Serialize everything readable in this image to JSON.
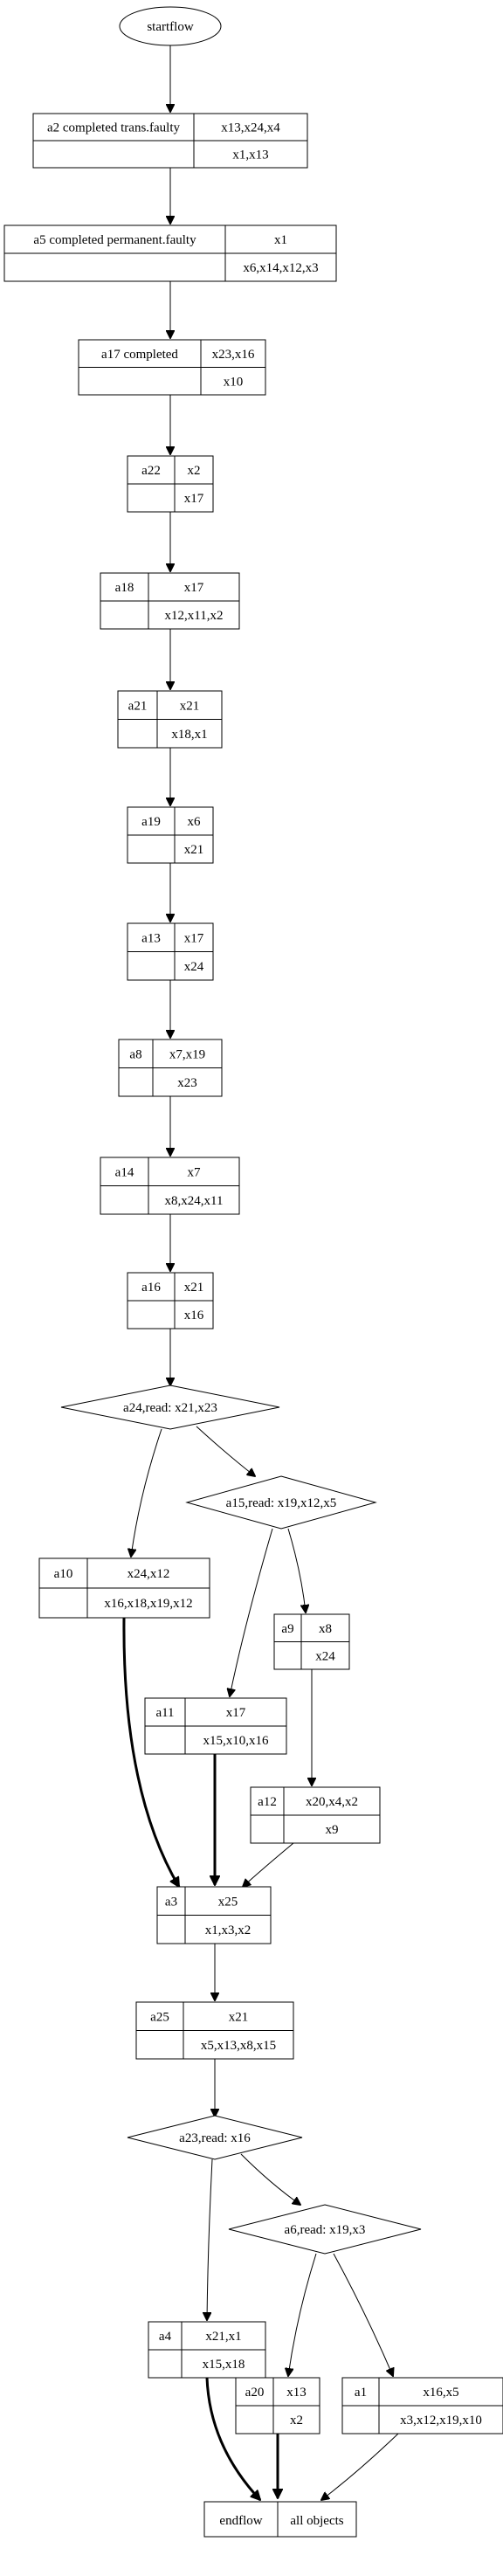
{
  "start": {
    "label": "startflow"
  },
  "tasks": [
    {
      "id": "a2",
      "name": "a2 completed trans.faulty",
      "inputs": "x13,x24,x4",
      "outputs": "x1,x13"
    },
    {
      "id": "a5",
      "name": "a5 completed permanent.faulty",
      "inputs": "x1",
      "outputs": "x6,x14,x12,x3"
    },
    {
      "id": "a17",
      "name": "a17 completed",
      "inputs": "x23,x16",
      "outputs": "x10"
    },
    {
      "id": "a22",
      "name": "a22",
      "inputs": "x2",
      "outputs": "x17"
    },
    {
      "id": "a18",
      "name": "a18",
      "inputs": "x17",
      "outputs": "x12,x11,x2"
    },
    {
      "id": "a21",
      "name": "a21",
      "inputs": "x21",
      "outputs": "x18,x1"
    },
    {
      "id": "a19",
      "name": "a19",
      "inputs": "x6",
      "outputs": "x21"
    },
    {
      "id": "a13",
      "name": "a13",
      "inputs": "x17",
      "outputs": "x24"
    },
    {
      "id": "a8",
      "name": "a8",
      "inputs": "x7,x19",
      "outputs": "x23"
    },
    {
      "id": "a14",
      "name": "a14",
      "inputs": "x7",
      "outputs": "x8,x24,x11"
    },
    {
      "id": "a16",
      "name": "a16",
      "inputs": "x21",
      "outputs": "x16"
    },
    {
      "id": "a10",
      "name": "a10",
      "inputs": "x24,x12",
      "outputs": "x16,x18,x19,x12"
    },
    {
      "id": "a9",
      "name": "a9",
      "inputs": "x8",
      "outputs": "x24"
    },
    {
      "id": "a11",
      "name": "a11",
      "inputs": "x17",
      "outputs": "x15,x10,x16"
    },
    {
      "id": "a12",
      "name": "a12",
      "inputs": "x20,x4,x2",
      "outputs": "x9"
    },
    {
      "id": "a3",
      "name": "a3",
      "inputs": "x25",
      "outputs": "x1,x3,x2"
    },
    {
      "id": "a25",
      "name": "a25",
      "inputs": "x21",
      "outputs": "x5,x13,x8,x15"
    },
    {
      "id": "a4",
      "name": "a4",
      "inputs": "x21,x1",
      "outputs": "x15,x18"
    },
    {
      "id": "a20",
      "name": "a20",
      "inputs": "x13",
      "outputs": "x2"
    },
    {
      "id": "a1",
      "name": "a1",
      "inputs": "x16,x5",
      "outputs": "x3,x12,x19,x10"
    }
  ],
  "decisions": [
    {
      "id": "a24",
      "label": "a24,read: x21,x23"
    },
    {
      "id": "a15",
      "label": "a15,read: x19,x12,x5"
    },
    {
      "id": "a23",
      "label": "a23,read: x16"
    },
    {
      "id": "a6",
      "label": "a6,read: x19,x3"
    }
  ],
  "end": {
    "label": "endflow",
    "objects": "all objects"
  }
}
